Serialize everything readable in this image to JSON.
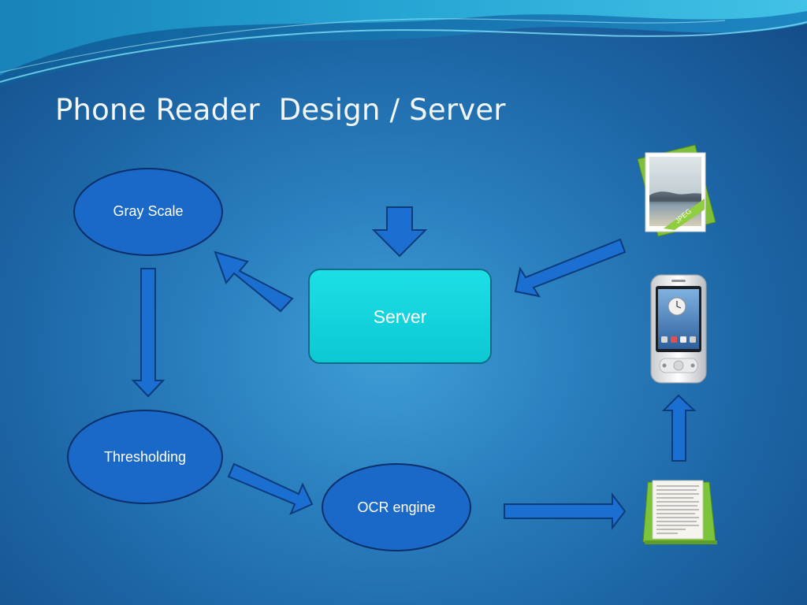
{
  "slide": {
    "title": "Phone Reader  Design / Server"
  },
  "nodes": {
    "gray_scale": "Gray Scale",
    "server": "Server",
    "thresholding": "Thresholding",
    "ocr_engine": "OCR engine"
  },
  "icons": {
    "jpeg_label": "JPEG",
    "image_file": "jpeg-file-icon",
    "phone": "smartphone-icon",
    "document": "text-document-icon"
  },
  "colors": {
    "background": "#2a7fbf",
    "ellipse_fill": "#1a69c8",
    "ellipse_stroke": "#0a2f6a",
    "server_fill": "#12d3dc",
    "arrow_fill": "#1b6fd0",
    "arrow_stroke": "#0b3c7a"
  }
}
